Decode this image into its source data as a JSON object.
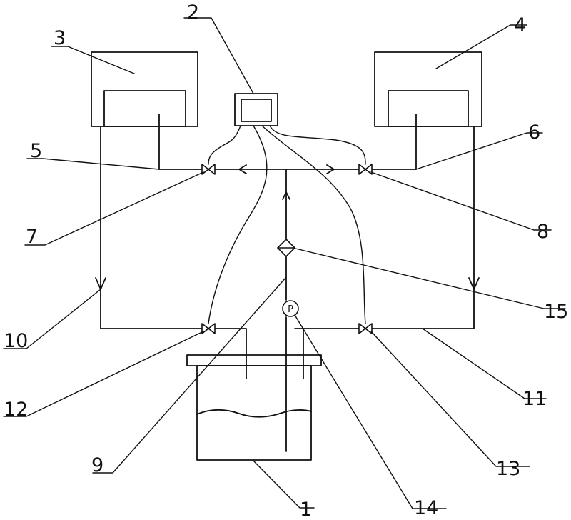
{
  "figure": {
    "labels": {
      "n1": "1",
      "n2": "2",
      "n3": "3",
      "n4": "4",
      "n5": "5",
      "n6": "6",
      "n7": "7",
      "n8": "8",
      "n9": "9",
      "n10": "10",
      "n11": "11",
      "n12": "12",
      "n13": "13",
      "n14": "14",
      "n15": "15"
    },
    "gauge_symbol": "P"
  },
  "colors": {
    "stroke": "#111111",
    "background": "#ffffff"
  }
}
